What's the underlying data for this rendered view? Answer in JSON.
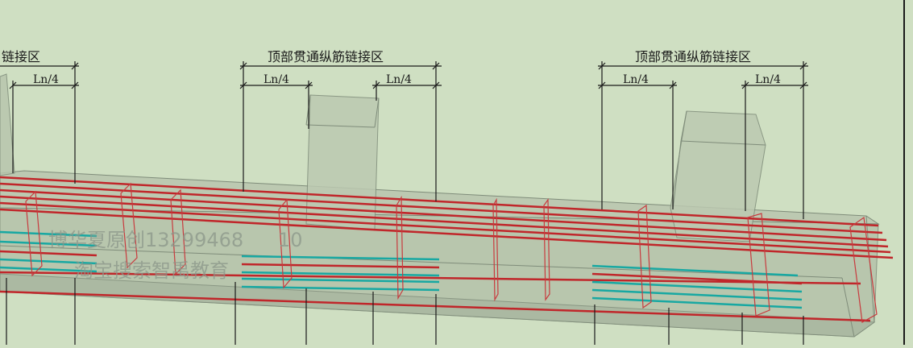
{
  "labels": {
    "zone_left_partial": "链接区",
    "zone_middle": "顶部贯通纵筋链接区",
    "zone_right": "顶部贯通纵筋链接区",
    "ln4": "Ln/4"
  },
  "watermark": {
    "line1": "博华夏原创13299468",
    "line2": "10",
    "line3": "淘宝搜索智禹教育"
  },
  "colors": {
    "background": "#cfdfc2",
    "concrete_fill": "#b8c6ad",
    "concrete_edge": "#7f8c7a",
    "top_bar": "#c0262a",
    "bottom_bar": "#18a8a2",
    "stirrup": "#c83a3e",
    "dimension_line": "#1a1a1a"
  }
}
